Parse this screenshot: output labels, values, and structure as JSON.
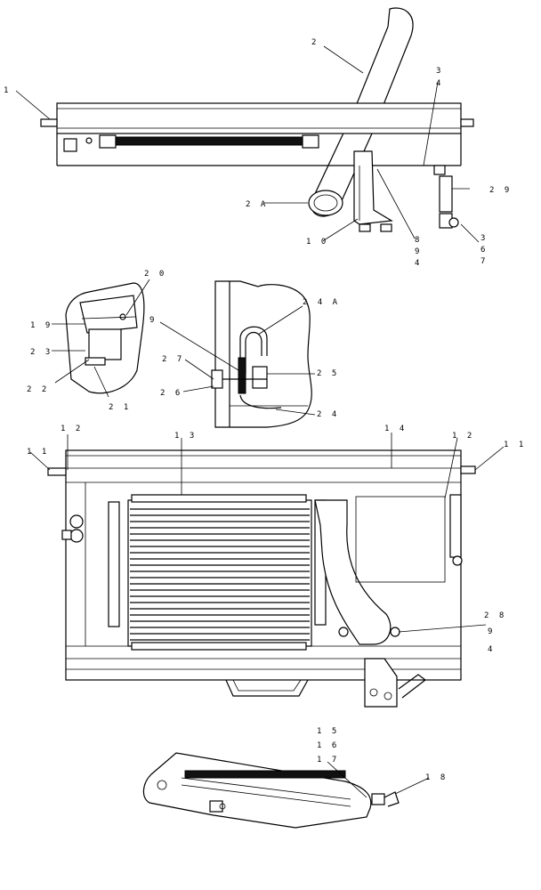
{
  "callouts": {
    "c1": "1",
    "c2": "2",
    "c3a": "3",
    "c4a": "4",
    "c29": "2 9",
    "c2A": "2 A",
    "c10": "1 0",
    "c8": "8",
    "c9a": "9",
    "c4b": "4",
    "c3b": "3",
    "c6": "6",
    "c7": "7",
    "c20": "2 0",
    "c19": "1 9",
    "c23": "2 3",
    "c22": "2 2",
    "c21": "2 1",
    "c9b": "9",
    "c24A": "2 4 A",
    "c27": "2 7",
    "c25": "2 5",
    "c26": "2 6",
    "c24": "2 4",
    "c12a": "1 2",
    "c11a": "1 1",
    "c13": "1 3",
    "c14": "1 4",
    "c12b": "1 2",
    "c11b": "1 1",
    "c28": "2 8",
    "c9c": "9",
    "c4c": "4",
    "c15": "1 5",
    "c16": "1 6",
    "c17": "1 7",
    "c18": "1 8"
  }
}
